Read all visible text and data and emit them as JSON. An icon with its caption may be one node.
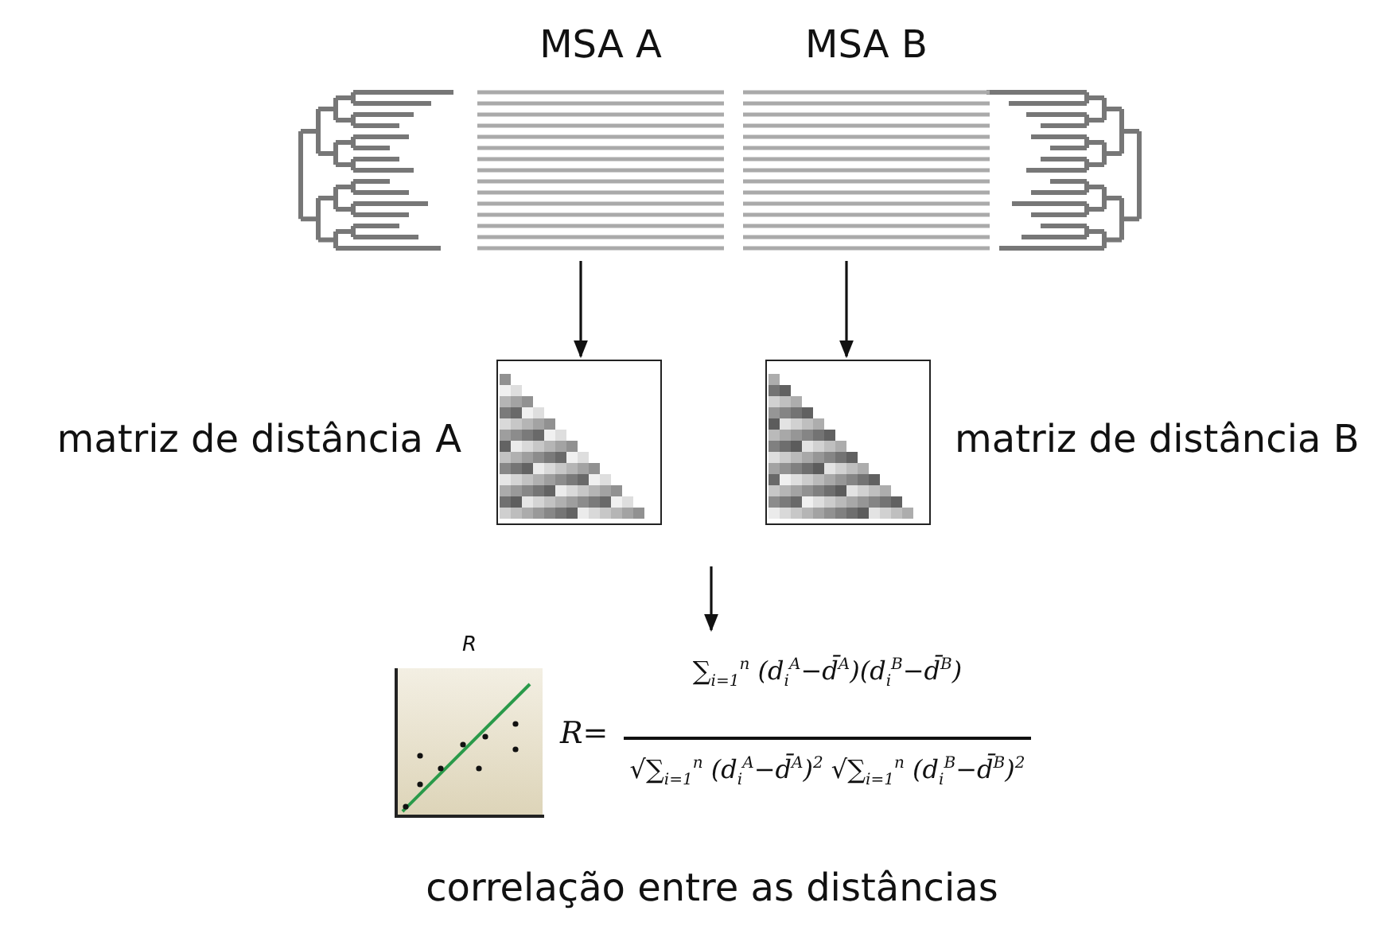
{
  "diagram": {
    "nodes": [
      {
        "text": [
          "MSA A"
        ]
      },
      {
        "text": [
          "MSA B"
        ]
      },
      {
        "text": [],
        "shape": "picture",
        "beside": [
          "matriz de distância A"
        ]
      },
      {
        "text": [],
        "shape": "picture",
        "beside": [
          "matriz de distância B"
        ]
      },
      {
        "text": [
          "correlação entre as distâncias"
        ]
      },
      {
        "text": [],
        "shape": "picture",
        "in": 4,
        "beside": [
          "R"
        ]
      },
      {
        "text": [
          "R=",
          "∑$_{i=1}$$^{n}$ (d$_{i}$$^{A}$−d̄$^{A}$)(d$_{i}$$^{B}$−d̄$^{B}$)",
          "√∑$_{i=1}$$^{n}$ (d$_{i}$$^{A}$−d̄$^{A}$)$^{2}$ √∑$_{i=1}$$^{n}$ (d$_{i}$$^{B}$−d̄$^{B}$)$^{2}$"
        ],
        "in": 4
      }
    ],
    "edges": [
      {
        "from": 0,
        "to": 2,
        "arrow": "to"
      },
      {
        "from": 1,
        "to": 3,
        "arrow": "to"
      },
      {
        "from": null,
        "to": 4,
        "arrow": "to"
      }
    ]
  }
}
